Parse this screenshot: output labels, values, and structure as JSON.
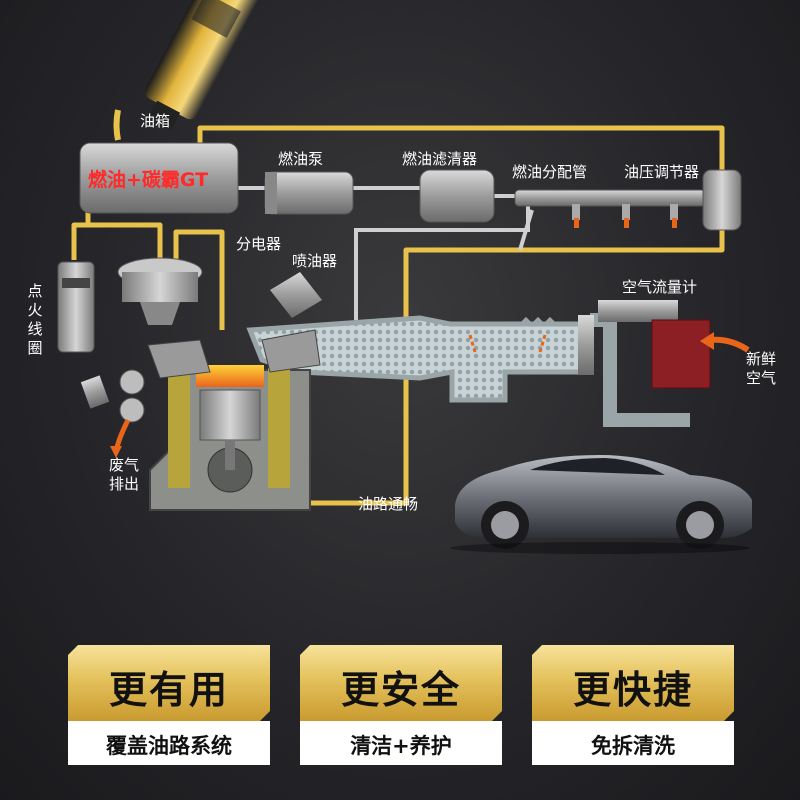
{
  "labels": {
    "tank": "油箱",
    "tank_content": "燃油+碳霸GT",
    "fuel_pump": "燃油泵",
    "fuel_filter": "燃油滤清器",
    "fuel_rail": "燃油分配管",
    "pressure_regulator": "油压调节器",
    "distributor": "分电器",
    "injector": "喷油器",
    "ignition_coil": "点火线圈",
    "exhaust": "废气排出",
    "fuel_line": "油路通畅",
    "air_flow_meter": "空气流量计",
    "fresh_air": "新鲜空气"
  },
  "badges": [
    {
      "title": "更有用",
      "subtitle": "覆盖油路系统"
    },
    {
      "title": "更安全",
      "subtitle": "清洁+养护"
    },
    {
      "title": "更快捷",
      "subtitle": "免拆清洗"
    }
  ],
  "colors": {
    "pipe": "#e8c24a",
    "tank_text": "#ff2a2a",
    "badge_gold": "#e4c15c",
    "air_box": "#8b1f24"
  }
}
